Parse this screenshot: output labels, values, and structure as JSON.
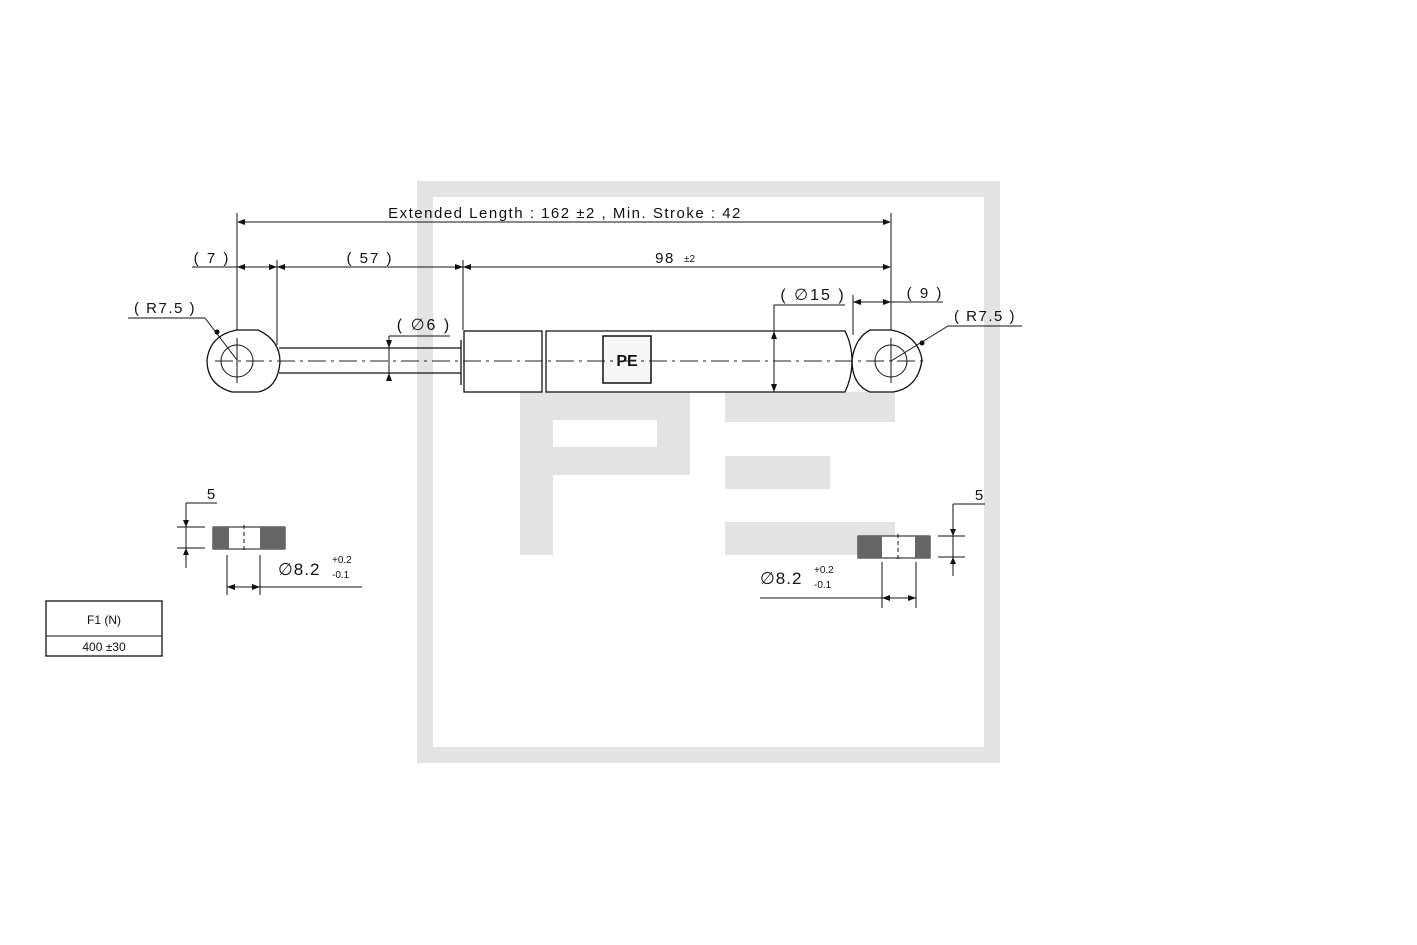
{
  "drawing": {
    "extended_length_label": "Extended Length : 162 ±2 ,  Min. Stroke : 42",
    "dim_eye_left": "( 7 )",
    "dim_rod_length": "( 57 )",
    "dim_body_length": "98",
    "dim_body_tol": "±2",
    "dim_rod_diameter": "( ∅6 )",
    "dim_body_diameter": "( ∅15 )",
    "dim_eye_right": "( 9 )",
    "radius_left": "( R7.5 )",
    "radius_right": "( R7.5 )",
    "logo_text": "PE",
    "left_eye_detail": {
      "thickness": "5",
      "bore": "∅8.2",
      "tol_upper": "+0.2",
      "tol_lower": "-0.1"
    },
    "right_eye_detail": {
      "thickness": "5",
      "bore": "∅8.2",
      "tol_upper": "+0.2",
      "tol_lower": "-0.1"
    }
  },
  "force_table": {
    "header": "F1 (N)",
    "value": "400 ±30"
  },
  "watermark": {
    "text": "PE",
    "color": "#e3e3e3"
  }
}
